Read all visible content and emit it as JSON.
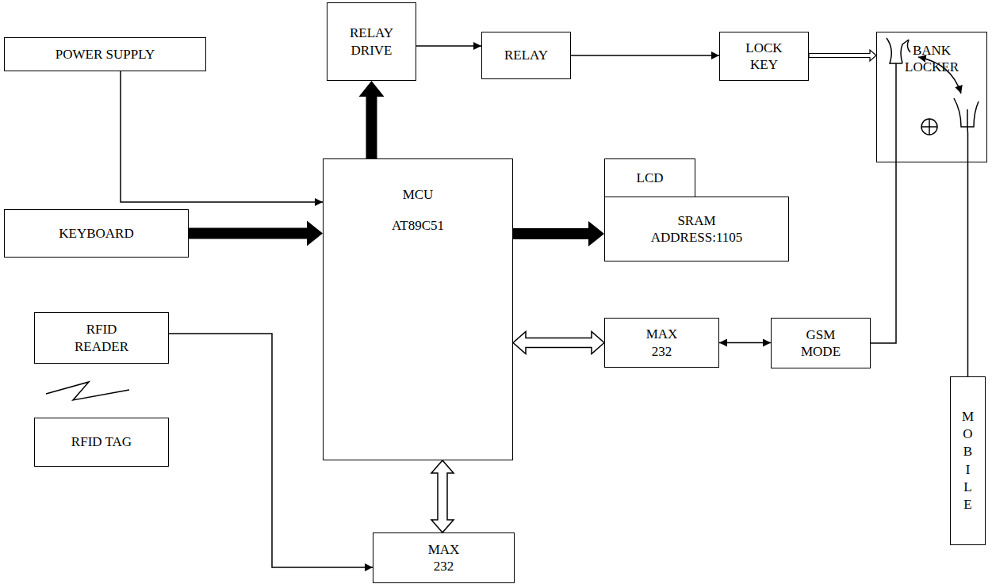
{
  "diagram": {
    "nodes": [
      {
        "text": [
          "POWER SUPPLY"
        ]
      },
      {
        "text": [
          "RELAY DRIVE"
        ]
      },
      {
        "text": [
          "RELAY"
        ]
      },
      {
        "text": [
          "LOCK KEY"
        ]
      },
      {
        "text": [
          "BANK LOCKER"
        ]
      },
      {
        "text": [
          "MCU",
          "AT89C51"
        ]
      },
      {
        "text": [
          "LCD"
        ]
      },
      {
        "text": [
          "SRAM ADDRESS:1105"
        ]
      },
      {
        "text": [
          "KEYBOARD"
        ]
      },
      {
        "text": [
          "RFID READER"
        ]
      },
      {
        "text": [
          "MAX 232"
        ]
      },
      {
        "text": [
          "GSM MODE"
        ]
      },
      {
        "text": [
          "RFID TAG"
        ]
      },
      {
        "text": [
          "MAX 232"
        ]
      },
      {
        "text": [
          "MOBILE"
        ]
      }
    ],
    "edges": [
      {
        "from": 0,
        "to": 5,
        "arrow": "to"
      },
      {
        "from": 5,
        "to": 1,
        "arrow": "to"
      },
      {
        "from": 1,
        "to": 2,
        "arrow": "to"
      },
      {
        "from": 2,
        "to": 3,
        "arrow": "to"
      },
      {
        "from": 3,
        "to": 4,
        "arrow": "to"
      },
      {
        "from": 8,
        "to": 5,
        "arrow": "to"
      },
      {
        "from": 5,
        "to": 7,
        "arrow": "to"
      },
      {
        "from": 5,
        "to": 10,
        "arrow": "both"
      },
      {
        "from": 10,
        "to": 11,
        "arrow": "both"
      },
      {
        "from": 5,
        "to": 13,
        "arrow": "both"
      },
      {
        "from": 9,
        "to": 13,
        "arrow": "to"
      },
      {
        "from": 11,
        "to": 14,
        "arrow": "both"
      }
    ]
  }
}
